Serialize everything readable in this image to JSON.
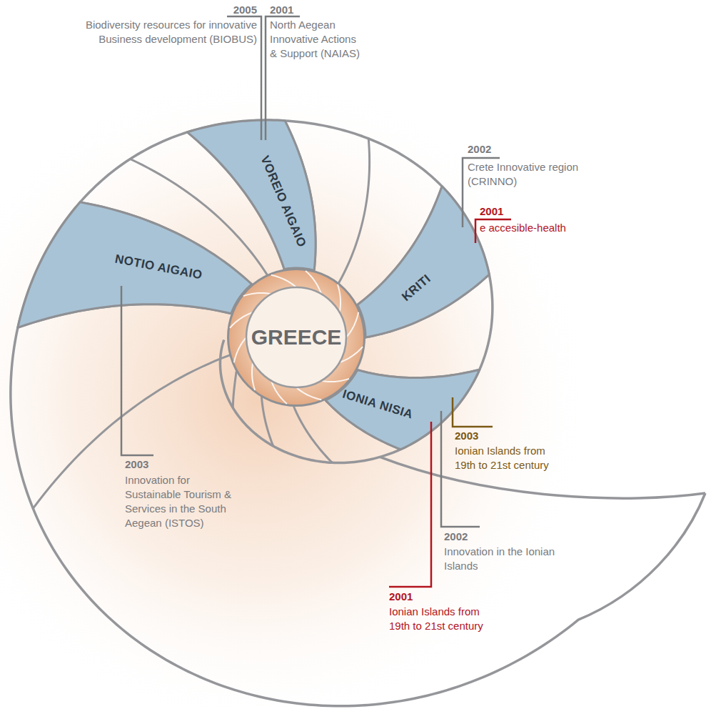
{
  "diagram": {
    "nodes": [
      {
        "text": [
          "VOREIO AIGAIO"
        ]
      },
      {
        "text": [
          "NOTIO AIGAIO"
        ]
      },
      {
        "text": [
          "KRITI"
        ]
      },
      {
        "text": [
          "GREECE"
        ]
      },
      {
        "text": [
          "IONIA NISIA"
        ]
      }
    ],
    "labels": [
      "2005",
      "Biodiversity resources for innovative Business development (BIOBUS)",
      "2001",
      "North Aegean Innovative Actions & Support (NAIAS)",
      "2002",
      "Crete Innovative region (CRINNO)",
      "2001",
      "e accesible-health",
      "2003",
      "Innovation for Sustainable Tourism & Services in the South Aegean (ISTOS)",
      "2003",
      "Ionian Islands from 19th to 21st century",
      "2002",
      "Innovation in the Ionian Islands",
      "2001",
      "Ionian Islands from 19th to 21st century"
    ]
  }
}
